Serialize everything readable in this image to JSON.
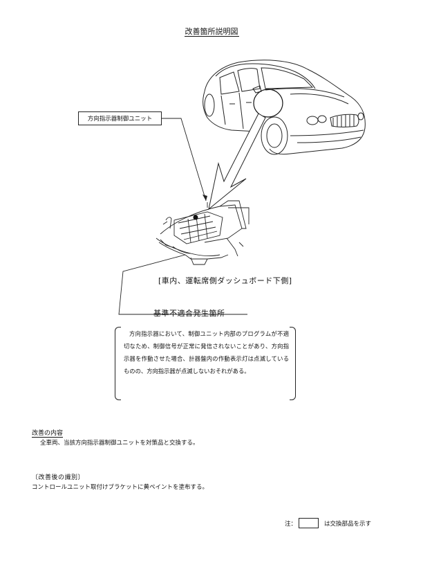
{
  "page": {
    "title": "改善箇所説明図"
  },
  "diagram": {
    "callout_label": "方向指示器制御ユニット",
    "location_label": "[車内、運転席側ダッシュボード下側]",
    "issue_heading": "基準不適合発生箇所",
    "issue_text": "方向指示器において、制御ユニット内部のプログラムが不適切なため、制御信号が正常に発信されないことがあり、方向指示器を作動させた場合、計器盤内の作動表示灯は点滅しているものの、方向指示器が点滅しないおそれがある。"
  },
  "remedy": {
    "heading": "改善の内容",
    "text": "全車両、当該方向指示器制御ユニットを対策品と交換する。"
  },
  "identification": {
    "heading": "〔改善後の識別〕",
    "text": "コントロールユニット取付けブラケットに黄ペイントを塗布する。"
  },
  "note": {
    "prefix": "注：",
    "suffix": "は交換部品を示す"
  }
}
